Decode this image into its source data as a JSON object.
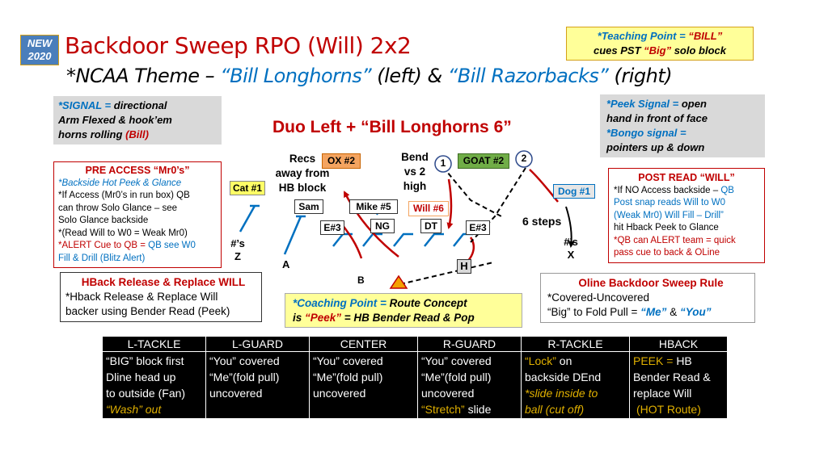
{
  "badge": {
    "line1": "NEW",
    "line2": "2020"
  },
  "title": {
    "main": "Backdoor Sweep RPO (Will) 2x2",
    "sub_a": "*NCAA Theme – ",
    "sub_b": "“Bill Longhorns”",
    "sub_c": " (left) & ",
    "sub_d": "“Bill Razorbacks”",
    "sub_e": " (right)"
  },
  "teaching_point": {
    "a": "*Teaching Point = ",
    "b": "“BILL”",
    "c": "cues PST ",
    "d": "“Big”",
    "e": " solo block"
  },
  "signal": {
    "a": "*SIGNAL = ",
    "b": "directional",
    "c": "Arm Flexed & hook’em",
    "d": "horns rolling ",
    "e": "(Bill)"
  },
  "peek_signal": {
    "a": "*Peek Signal = ",
    "b": "open",
    "c": "hand in front of face",
    "d": "*Bongo signal =",
    "e": "pointers up & down"
  },
  "play_call": "Duo Left + “Bill Longhorns 6”",
  "pre_access": {
    "title": "PRE ACCESS “Mr0’s”",
    "l1": "*Backside Hot Peek & Glance",
    "l2": "*If Access (Mr0’s in run box) QB",
    "l3": "can throw Solo Glance – see",
    "l4": "Solo Glance backside",
    "l5": "*(Read Will to W0 = Weak Mr0)",
    "l6a": "*ALERT Cue to QB = ",
    "l6b": "QB see W0",
    "l7": "Fill & Drill (Blitz Alert)"
  },
  "post_read": {
    "title": "POST READ “WILL”",
    "l1a": "*If NO Access backside – ",
    "l1b": "QB",
    "l2": "Post snap reads Will to W0",
    "l3": "(Weak Mr0) Will Fill – Drill”",
    "l4": "hit Hback Peek to Glance",
    "l5": "*QB can ALERT team = quick",
    "l6": "pass cue to back & OLine"
  },
  "hback_release": {
    "title": "HBack Release & Replace WILL",
    "l1": "*Hback Release & Replace Will",
    "l2": "backer using Bender Read (Peek)"
  },
  "coaching_point": {
    "a": "*Coaching Point = ",
    "b": "Route Concept",
    "c": "is ",
    "d": "“Peek”",
    "e": " = HB Bender Read & Pop"
  },
  "oline_rule": {
    "title": "Oline Backdoor Sweep Rule",
    "l1": "*Covered-Uncovered",
    "l2a": "“Big” to Fold Pull = ",
    "l2b": "“Me”",
    "l2c": " & ",
    "l2d": "“You”"
  },
  "diagram": {
    "recs_away": {
      "l1": "Recs",
      "l2": "away from",
      "l3": "HB block"
    },
    "bend": {
      "l1": "Bend",
      "l2": "vs 2",
      "l3": "high"
    },
    "ox2": "OX #2",
    "goat2": "GOAT #2",
    "cat1": "Cat #1",
    "dog1": "Dog #1",
    "sam": "Sam",
    "mike5": "Mike #5",
    "will6": "Will #6",
    "e3_left": "E#3",
    "ng": "NG",
    "dt": "DT",
    "e3_right": "E#3",
    "six_steps": "6 steps",
    "num1": "1",
    "num2": "2",
    "hs_left": "#’s",
    "z": "Z",
    "hs_right": "#’s",
    "x": "X",
    "a": "A",
    "b": "B",
    "h": "H"
  },
  "table": {
    "headers": [
      "L-TACKLE",
      "L-GUARD",
      "CENTER",
      "R-GUARD",
      "R-TACKLE",
      "HBACK"
    ],
    "lt": {
      "l1": "“BIG” block first",
      "l2": "Dline head up",
      "l3": "to outside (Fan)",
      "l4": "“Wash” out"
    },
    "lg": {
      "l1": "“You” covered",
      "l2": "“Me”(fold pull)",
      "l3": "uncovered"
    },
    "c": {
      "l1": "“You” covered",
      "l2": "“Me”(fold pull)",
      "l3": "uncovered"
    },
    "rg": {
      "l1": "“You” covered",
      "l2": "“Me”(fold pull)",
      "l3": "uncovered",
      "l4a": "“Stretch”",
      "l4b": " slide"
    },
    "rt": {
      "l1a": "“Lock”",
      "l1b": " on",
      "l2": "backside DEnd",
      "l3": "*slide inside to",
      "l4": "ball (cut off)"
    },
    "hb": {
      "l1a": "PEEK = ",
      "l1b": "HB",
      "l2": "Bender Read &",
      "l3": "replace Will",
      "l4": "(HOT Route)"
    }
  },
  "colors": {
    "blue": "#0070c0",
    "red": "#c00000",
    "yellow": "#e0b000",
    "goat_green": "#70ad47",
    "ox_orange": "#f4a460"
  }
}
